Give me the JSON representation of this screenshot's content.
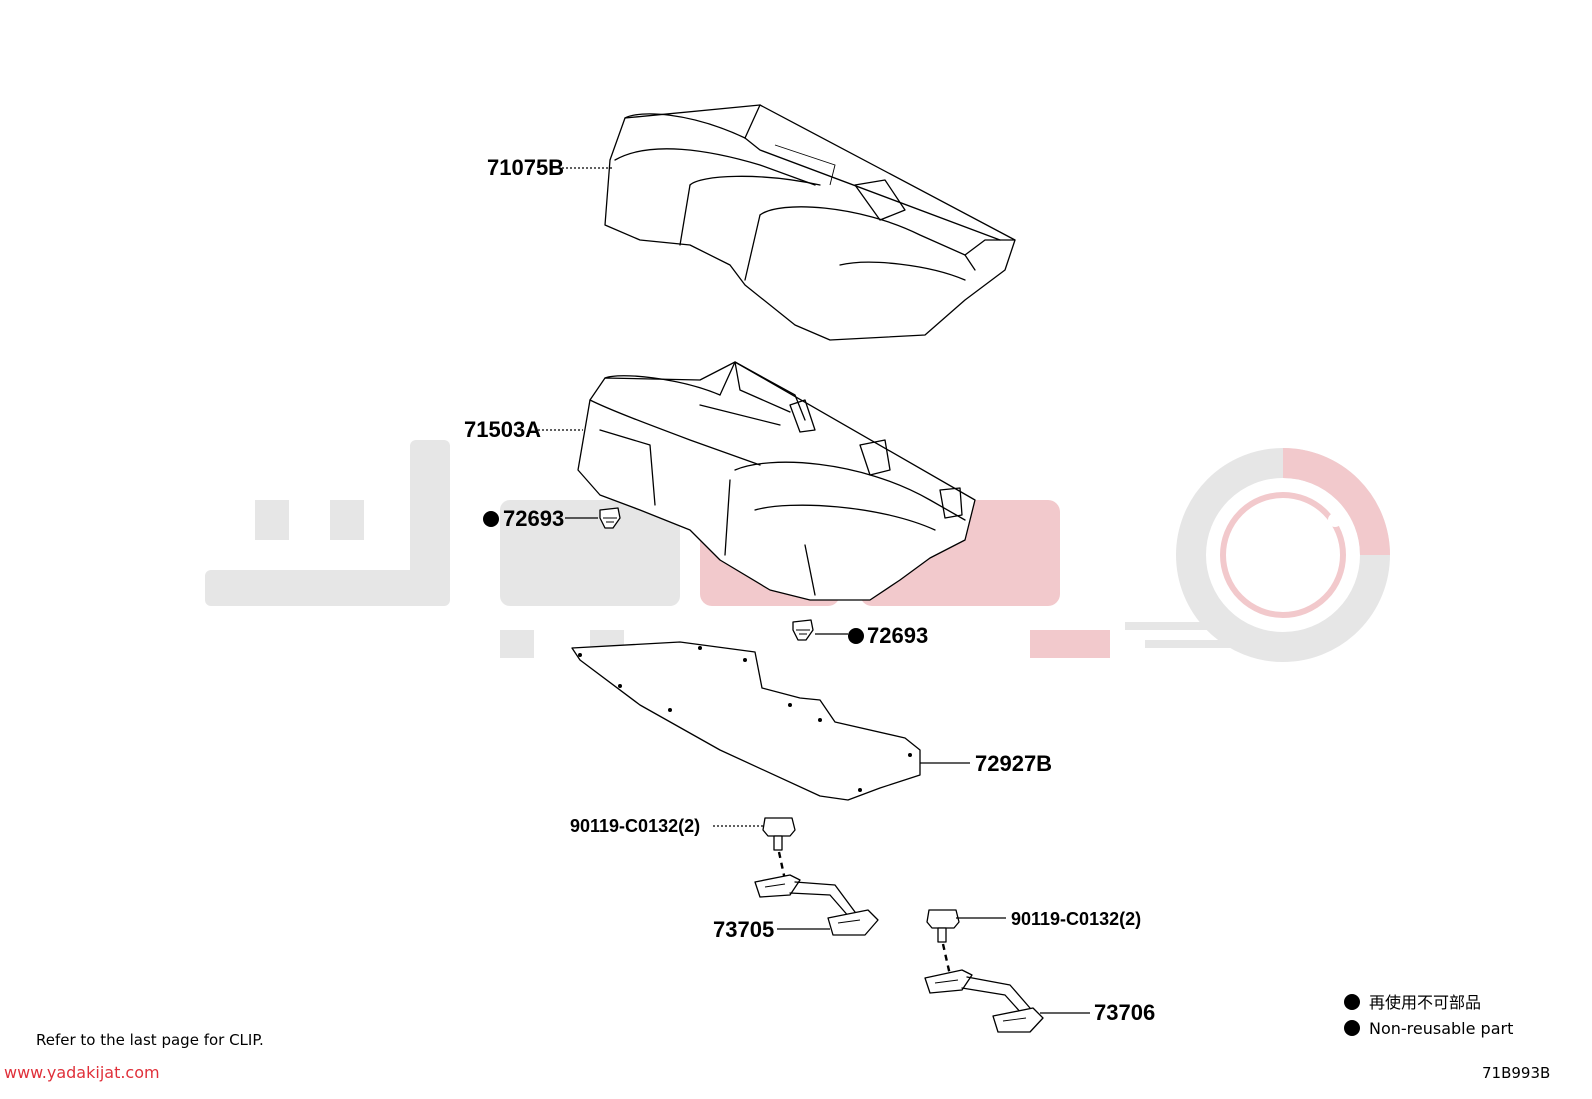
{
  "callouts": {
    "cover_upper": "71075B",
    "cushion_pad": "71503A",
    "clip_left": "72693",
    "clip_right": "72693",
    "insulator": "72927B",
    "bolt_left": "90119-C0132(2)",
    "bolt_right": "90119-C0132(2)",
    "hook_left": "73705",
    "hook_right": "73706"
  },
  "legend": {
    "japanese": "再使用不可部品",
    "english": "Non-reusable part"
  },
  "note": "Refer to the last page for CLIP.",
  "watermark_url": "www.yadakijat.com",
  "diagram_code": "71B993B",
  "colors": {
    "line": "#000000",
    "watermark_gray": "#e6e6e6",
    "watermark_red": "#f2c9cc",
    "watermark_url": "#e0303a"
  }
}
